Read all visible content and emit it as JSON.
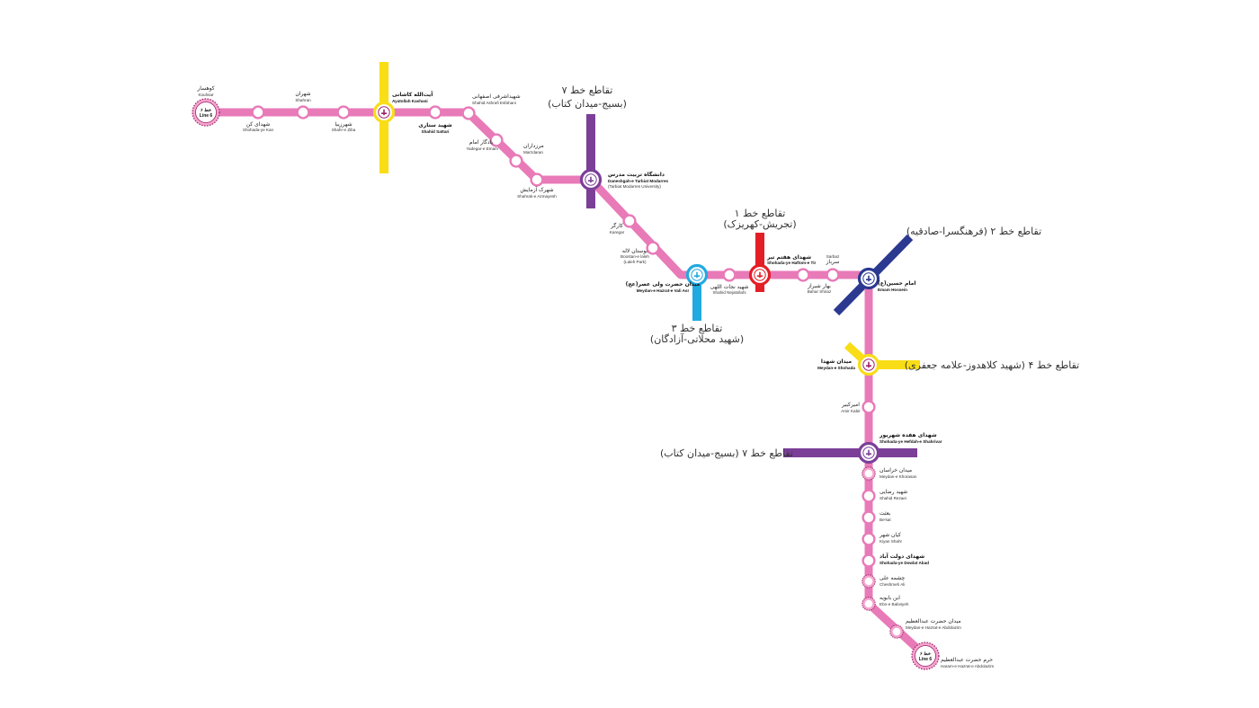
{
  "line": {
    "color": "#e87ab8",
    "terminal_fill": "#f4a6cf",
    "terminal_stroke": "#a0236a",
    "terminal_fa": "۶ خط",
    "terminal_en": "Line 6"
  },
  "colors": {
    "line1": "#e41e26",
    "line2": "#2b3990",
    "line3": "#22a9e1",
    "line4": "#f9dd16",
    "line7": "#7b3f98"
  },
  "stations": [
    {
      "id": "kouhsar",
      "fa": "کوهسار",
      "en": "Kouhsar",
      "type": "terminal"
    },
    {
      "id": "shohada-ye-kan",
      "fa": "شهدای کن",
      "en": "Shohada-ye Kan",
      "type": "regular"
    },
    {
      "id": "shahran",
      "fa": "شهران",
      "en": "Shahran",
      "type": "regular"
    },
    {
      "id": "shahr-e-ziba",
      "fa": "شهرزیبا",
      "en": "Shahr-e Ziba",
      "type": "regular"
    },
    {
      "id": "ayatollah-kashani",
      "fa": "آیت‌الله کاشانی",
      "en": "Ayatollah Kashani",
      "type": "interchange",
      "ring": "#f9dd16",
      "center": "#a0236a"
    },
    {
      "id": "shahid-sattari",
      "fa": "شهید ستاری",
      "en": "Shahid Sattari",
      "type": "regular",
      "bold": true
    },
    {
      "id": "shahid-ashrafi-esfahani",
      "fa": "شهیداشرفی اصفهانی",
      "en": "Shahid Ashrafi Esfahani",
      "type": "regular"
    },
    {
      "id": "yadegar-e-emam",
      "fa": "یادگار امام",
      "en": "Yadegar-e Emam",
      "type": "regular"
    },
    {
      "id": "marzdaran",
      "fa": "مرزداران",
      "en": "Marzdaran",
      "type": "regular"
    },
    {
      "id": "shahrak-e-azmayesh",
      "fa": "شهرک آزمایش",
      "en": "Shahrak-e Azmayesh",
      "type": "regular"
    },
    {
      "id": "daneshgah-e-tarbiat-modarres",
      "fa": "دانشگاه تربیت مدرس",
      "en": "Daneshgah-e Tarbiat Modarres",
      "en2": "(Tarbiat Modarres University)",
      "type": "interchange",
      "ring": "#7b3f98",
      "center": "#7b3f98"
    },
    {
      "id": "karegar",
      "fa": "کارگر",
      "en": "Karegar",
      "type": "regular"
    },
    {
      "id": "boostan-e-laleh",
      "fa": "بوستان لاله",
      "en": "Boostan-e laleh",
      "en2": "(Laleh Park)",
      "type": "regular"
    },
    {
      "id": "meydan-e-hazrat-e-vali-asr",
      "fa": "میدان حضرت ولی عصر(عج)",
      "en": "Meydan-e Hazrat-e Vali Asr",
      "type": "interchange",
      "ring": "#22a9e1",
      "center": "#22a9e1"
    },
    {
      "id": "shahid-nejatollahi",
      "fa": "شهید نجات اللهی",
      "en": "Shahid Nejatollahi",
      "type": "regular"
    },
    {
      "id": "shohada-ye-haftom-e-tir",
      "fa": "شهدای هفتم تیر",
      "en": "Shohada-ye Haftom-e Tir",
      "type": "interchange",
      "ring": "#e41e26",
      "center": "#e41e26"
    },
    {
      "id": "bahar-shiraz",
      "fa": "بهار شیراز",
      "en": "Bahar Shiraz",
      "type": "regular"
    },
    {
      "id": "sarbaz",
      "fa": "سرباز",
      "en": "Sarbaz",
      "type": "regular"
    },
    {
      "id": "emam-hossein",
      "fa": "امام حسین(ع)",
      "en": "Emam Hossein",
      "type": "interchange",
      "ring": "#2b3990",
      "center": "#2b3990"
    },
    {
      "id": "meydan-e-shohada",
      "fa": "میدان شهدا",
      "en": "Meydan-e Shohada",
      "type": "interchange",
      "ring": "#f9dd16",
      "center": "#a0236a"
    },
    {
      "id": "amir-kabir",
      "fa": "امیرکبیر",
      "en": "Amir Kabir",
      "type": "regular"
    },
    {
      "id": "shohada-ye-hefdah-e-shahrivar",
      "fa": "شهدای هفده شهریور",
      "en": "Shohada-ye Hefdah-e Shahrivar",
      "type": "interchange",
      "ring": "#7b3f98",
      "center": "#7b3f98"
    },
    {
      "id": "meydan-e-khorasan",
      "fa": "میدان خراسان",
      "en": "Meydan-e Khorasan",
      "type": "planned"
    },
    {
      "id": "shahid-rezaei",
      "fa": "شهید رضایی",
      "en": "Shahid Rezaei",
      "type": "regular"
    },
    {
      "id": "be-sat",
      "fa": "بعثت",
      "en": "Be'sat",
      "type": "regular"
    },
    {
      "id": "kiyan-shahr",
      "fa": "کیان شهر",
      "en": "Kiyan Shahr",
      "type": "regular"
    },
    {
      "id": "shohada-ye-dowlat-abad",
      "fa": "شهدای دولت آباد",
      "en": "Shohada-ye Dowlat Abad",
      "type": "regular",
      "bold": true
    },
    {
      "id": "cheshmeh-ali",
      "fa": "چشمه علی",
      "en": "Cheshmeh Ali",
      "type": "planned"
    },
    {
      "id": "ebn-e-babviyeh",
      "fa": "ابن بابویه",
      "en": "Ebn-e Babviyeh",
      "type": "planned"
    },
    {
      "id": "meydan-e-hazrat-e-abdolazim",
      "fa": "میدان حضرت عبدالعظیم",
      "en": "Meydan-e Hazrat-e Abdolazim",
      "type": "planned"
    },
    {
      "id": "haram-e-hazrat-e-abdolazim",
      "fa": "حرم حضرت عبدالعظیم",
      "en": "Haram-e Hazrat-e Abdolazim",
      "type": "terminal"
    }
  ],
  "interchange_labels": [
    {
      "id": "line7-top",
      "lines": [
        "تقاطع خط ۷",
        "(بسیج-میدان کتاب)"
      ]
    },
    {
      "id": "line1",
      "lines": [
        "تقاطع خط ۱",
        "(تجریش-کهریزک)"
      ]
    },
    {
      "id": "line2",
      "lines": [
        "تقاطع خط ۲ (فرهنگسرا-صادقیه)"
      ]
    },
    {
      "id": "line3",
      "lines": [
        "تقاطع خط ۳",
        "(شهید محلاتی-آزادگان)"
      ]
    },
    {
      "id": "line4",
      "lines": [
        "تقاطع خط ۴ (شهید کلاهدوز-علامه جعفری)"
      ]
    },
    {
      "id": "line7-bottom",
      "lines": [
        "تقاطع خط ۷ (بسیج-میدان کتاب)"
      ]
    }
  ]
}
